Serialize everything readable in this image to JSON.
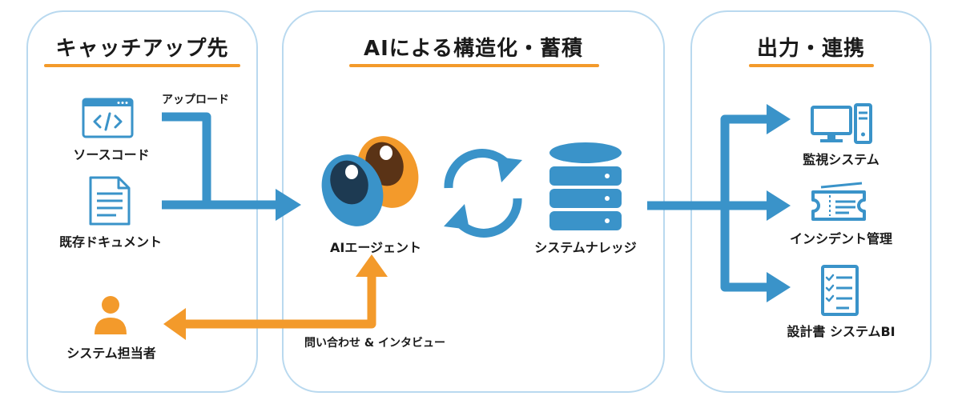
{
  "colors": {
    "blue": "#3a93c9",
    "orange": "#f39a2b",
    "panel_border": "#b9d9ef",
    "dark": "#1d3a52"
  },
  "panels": {
    "source": {
      "title": "キャッチアップ先"
    },
    "ai": {
      "title": "AIによる構造化・蓄積"
    },
    "output": {
      "title": "出力・連携"
    }
  },
  "source_items": {
    "code": {
      "label": "ソースコード",
      "icon": "code-window-icon"
    },
    "docs": {
      "label": "既存ドキュメント",
      "icon": "document-icon"
    },
    "person": {
      "label": "システム担当者",
      "icon": "person-icon"
    }
  },
  "flows": {
    "upload": "アップロード",
    "interview": "問い合わせ & インタビュー"
  },
  "ai_items": {
    "agent": {
      "label": "AIエージェント",
      "icon": "eyes-icon"
    },
    "sync": {
      "icon": "sync-icon"
    },
    "knowledge": {
      "label": "システムナレッジ",
      "icon": "database-icon"
    }
  },
  "outputs": {
    "monitor": {
      "label": "監視システム",
      "icon": "computer-icon"
    },
    "incident": {
      "label": "インシデント管理",
      "icon": "ticket-icon"
    },
    "design": {
      "label": "設計書 システムBI",
      "icon": "checklist-icon"
    }
  }
}
